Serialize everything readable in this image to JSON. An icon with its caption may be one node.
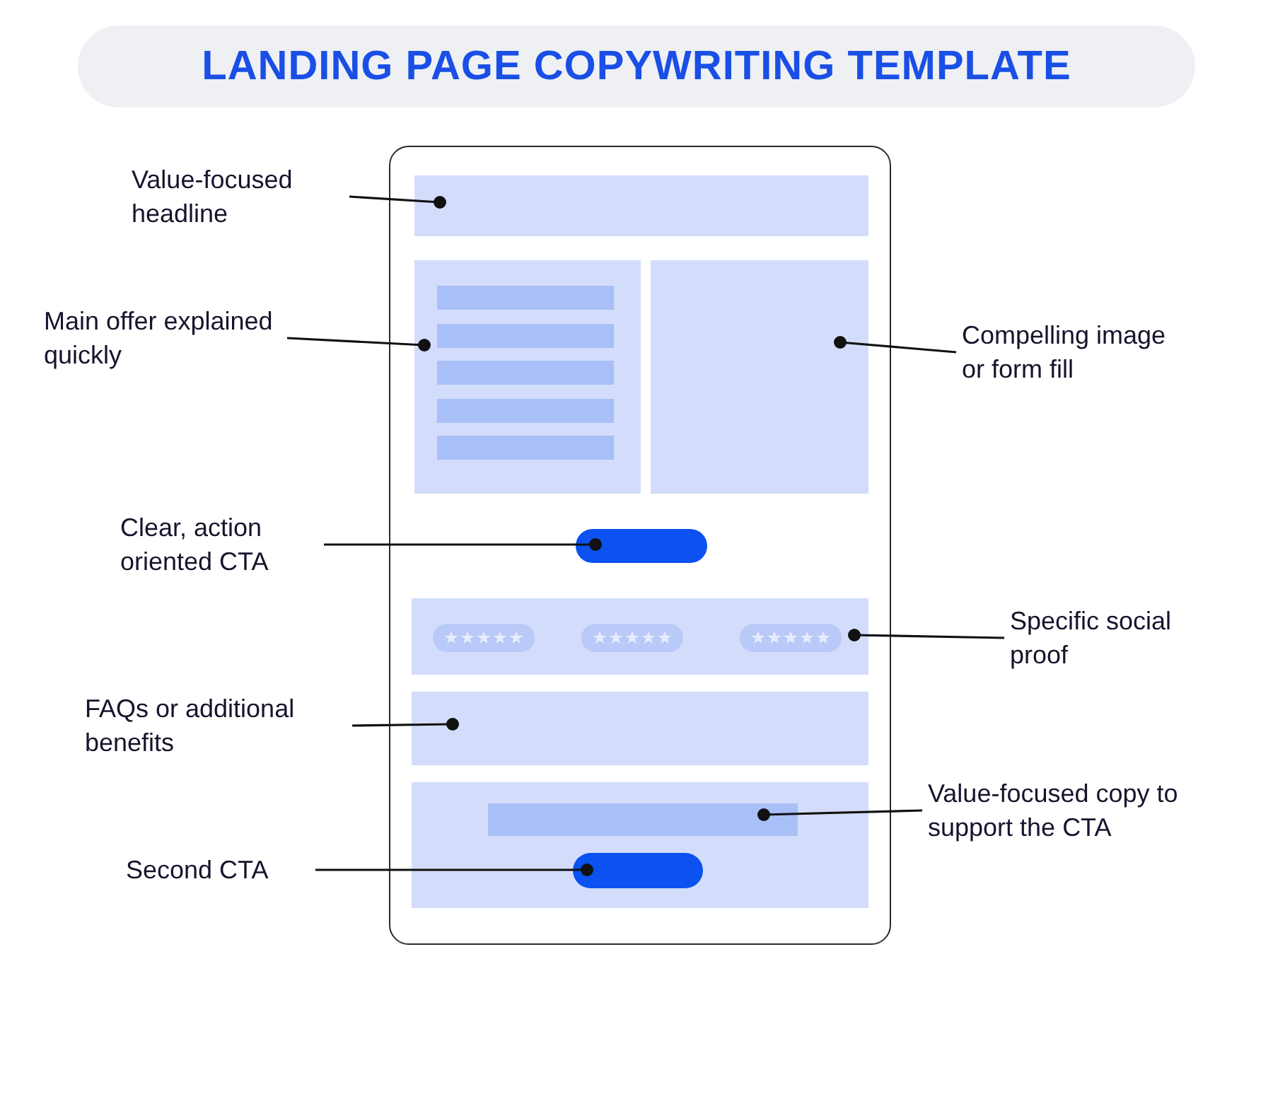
{
  "diagram": {
    "title": "LANDING PAGE COPYWRITING TEMPLATE",
    "nodes": [
      {
        "text": [],
        "shape": "box"
      },
      {
        "text": [],
        "shape": "box",
        "in": 0
      },
      {
        "text": [],
        "shape": "box",
        "in": 0
      },
      {
        "text": [],
        "shape": "box",
        "in": 0
      },
      {
        "text": [],
        "shape": "bar",
        "in": 0
      },
      {
        "text": [],
        "shape": "box",
        "in": 0
      },
      {
        "text": [],
        "shape": "bar",
        "in": 5
      },
      {
        "text": [],
        "shape": "bar",
        "in": 5
      },
      {
        "text": [],
        "shape": "bar",
        "in": 5
      },
      {
        "text": [],
        "shape": "box",
        "in": 0
      },
      {
        "text": [],
        "shape": "box",
        "in": 0
      },
      {
        "text": [],
        "shape": "box",
        "in": 10
      },
      {
        "text": [],
        "shape": "bar",
        "in": 10
      },
      {
        "text": [
          "Value-focused headline"
        ]
      },
      {
        "text": [
          "Main offer explained quickly"
        ]
      },
      {
        "text": [
          "Compelling image or form fill"
        ]
      },
      {
        "text": [
          "Clear, action oriented CTA"
        ]
      },
      {
        "text": [
          "Specific social proof"
        ]
      },
      {
        "text": [
          "FAQs or additional benefits"
        ]
      },
      {
        "text": [
          "Value-focused copy to support the CTA"
        ]
      },
      {
        "text": [
          "Second CTA"
        ]
      }
    ],
    "edges": [
      {
        "from": 13,
        "to": 1,
        "arrow": "other"
      },
      {
        "from": 14,
        "to": 2,
        "arrow": "other"
      },
      {
        "from": 15,
        "to": 3,
        "arrow": "other"
      },
      {
        "from": 16,
        "to": 4,
        "arrow": "other"
      },
      {
        "from": 17,
        "to": 5,
        "arrow": "other"
      },
      {
        "from": 18,
        "to": 9,
        "arrow": "other"
      },
      {
        "from": 19,
        "to": 11,
        "arrow": "other"
      },
      {
        "from": 20,
        "to": 12,
        "arrow": "other"
      }
    ]
  }
}
